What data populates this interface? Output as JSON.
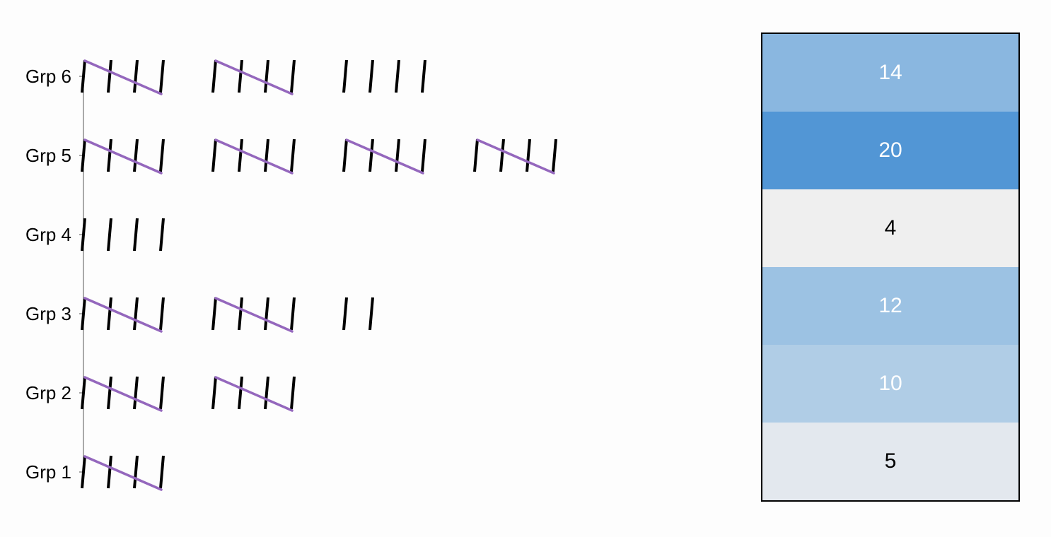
{
  "chart_data": {
    "type": "table",
    "categories": [
      "Grp 1",
      "Grp 2",
      "Grp 3",
      "Grp 4",
      "Grp 5",
      "Grp 6"
    ],
    "values": [
      5,
      10,
      12,
      4,
      20,
      14
    ],
    "title": "",
    "xlabel": "",
    "ylabel": "",
    "legend": "none",
    "grid": false,
    "colors": {
      "tally": "#000000",
      "slash": "#9467bd",
      "cell_scale": {
        "5": "#e3e8ee",
        "4": "#efefef",
        "10": "#b0cde6",
        "12": "#9cc2e3",
        "14": "#8ab7e0",
        "20": "#5296d5"
      },
      "cell_text_light": "#ffffff",
      "cell_text_dark": "#000000"
    }
  }
}
